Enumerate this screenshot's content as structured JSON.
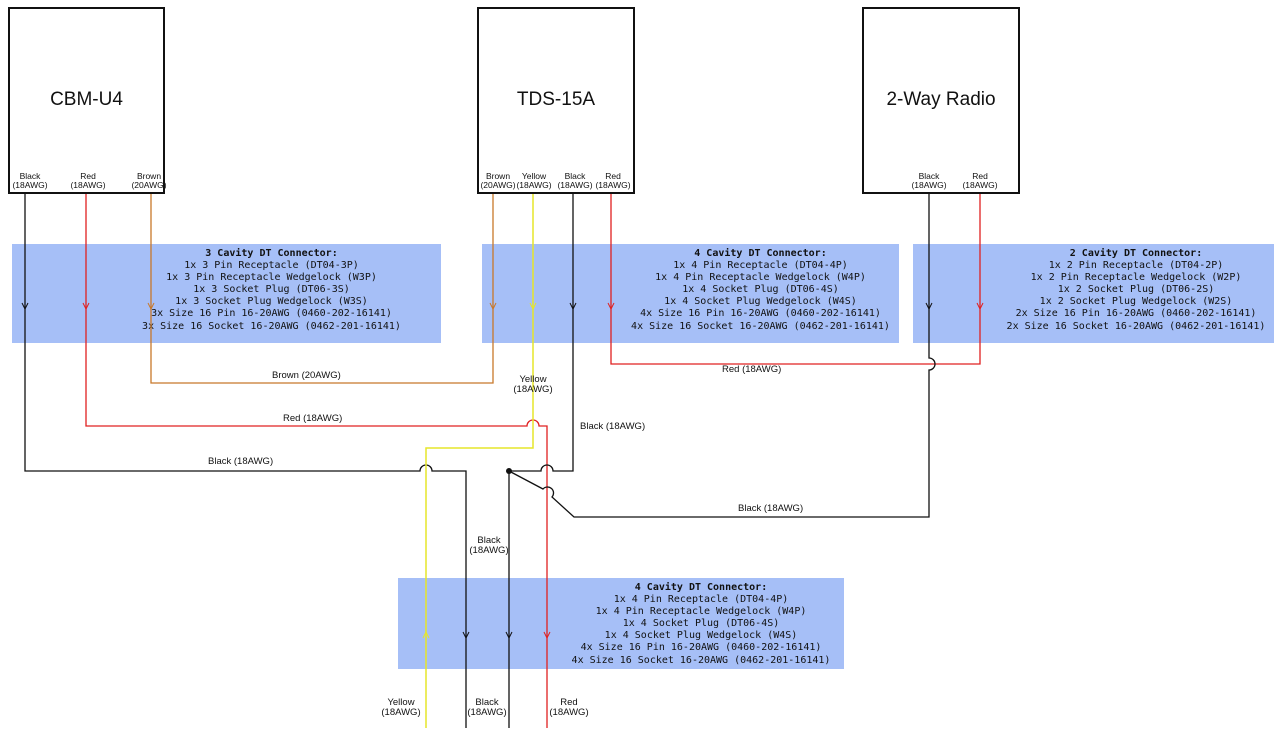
{
  "devices": [
    {
      "id": "cbm",
      "name": "CBM-U4",
      "pins": [
        {
          "color": "Black",
          "gauge": "(18AWG)"
        },
        {
          "color": "Red",
          "gauge": "(18AWG)"
        },
        {
          "color": "Brown",
          "gauge": "(20AWG)"
        }
      ]
    },
    {
      "id": "tds",
      "name": "TDS-15A",
      "pins": [
        {
          "color": "Brown",
          "gauge": "(20AWG)"
        },
        {
          "color": "Yellow",
          "gauge": "(18AWG)"
        },
        {
          "color": "Black",
          "gauge": "(18AWG)"
        },
        {
          "color": "Red",
          "gauge": "(18AWG)"
        }
      ]
    },
    {
      "id": "radio",
      "name": "2-Way Radio",
      "pins": [
        {
          "color": "Black",
          "gauge": "(18AWG)"
        },
        {
          "color": "Red",
          "gauge": "(18AWG)"
        }
      ]
    }
  ],
  "connectors": [
    {
      "title": "3 Cavity DT Connector:",
      "lines": [
        "1x 3 Pin Receptacle (DT04-3P)",
        "1x 3 Pin Receptacle Wedgelock (W3P)",
        "1x 3 Socket Plug (DT06-3S)",
        "1x 3 Socket Plug Wedgelock (W3S)",
        "3x Size 16 Pin 16-20AWG (0460-202-16141)",
        "3x Size 16 Socket 16-20AWG (0462-201-16141)"
      ]
    },
    {
      "title": "4 Cavity DT Connector:",
      "lines": [
        "1x 4 Pin Receptacle (DT04-4P)",
        "1x 4 Pin Receptacle Wedgelock (W4P)",
        "1x 4 Socket Plug (DT06-4S)",
        "1x 4 Socket Plug Wedgelock (W4S)",
        "4x Size 16 Pin 16-20AWG (0460-202-16141)",
        "4x Size 16 Socket 16-20AWG (0462-201-16141)"
      ]
    },
    {
      "title": "2 Cavity DT Connector:",
      "lines": [
        "1x 2 Pin Receptacle (DT04-2P)",
        "1x 2 Pin Receptacle Wedgelock (W2P)",
        "1x 2 Socket Plug (DT06-2S)",
        "1x 2 Socket Plug Wedgelock (W2S)",
        "2x Size 16 Pin 16-20AWG (0460-202-16141)",
        "2x Size 16 Socket 16-20AWG (0462-201-16141)"
      ]
    },
    {
      "title": "4 Cavity DT Connector:",
      "lines": [
        "1x 4 Pin Receptacle (DT04-4P)",
        "1x 4 Pin Receptacle Wedgelock (W4P)",
        "1x 4 Socket Plug (DT06-4S)",
        "1x 4 Socket Plug Wedgelock (W4S)",
        "4x Size 16 Pin 16-20AWG (0460-202-16141)",
        "4x Size 16 Socket 16-20AWG (0462-201-16141)"
      ]
    }
  ],
  "wire_labels": {
    "brown": "Brown (20AWG)",
    "red_cbm": "Red (18AWG)",
    "black_cbm": "Black (18AWG)",
    "red_radio": "Red (18AWG)",
    "black_tds": "Black (18AWG)",
    "black_radio": "Black (18AWG)",
    "yellow_color": "Yellow",
    "yellow_gauge": "(18AWG)",
    "black_mid_color": "Black",
    "black_mid_gauge": "(18AWG)"
  },
  "outputs": [
    {
      "color": "Yellow",
      "gauge": "(18AWG)"
    },
    {
      "color": "Black",
      "gauge": "(18AWG)"
    },
    {
      "color": "Red",
      "gauge": "(18AWG)"
    }
  ],
  "colors": {
    "black": "#111111",
    "red": "#e02020",
    "brown": "#c8782a",
    "yellow": "#e6e62a",
    "connector_fill": "#a6bff7"
  }
}
